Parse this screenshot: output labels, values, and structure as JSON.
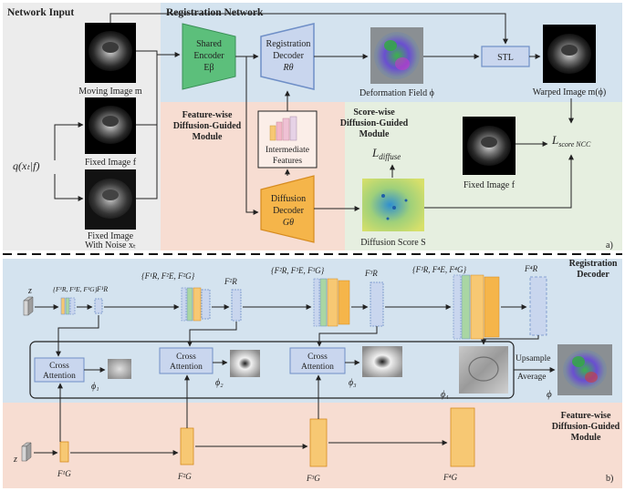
{
  "panel_a": {
    "network_input": "Network Input",
    "registration_network": "Registration Network",
    "shared_encoder": [
      "Shared",
      "Encoder",
      "Eβ"
    ],
    "registration_decoder": [
      "Registration",
      "Decoder",
      "Rθ"
    ],
    "deformation_field": "Deformation Field ϕ",
    "stl": "STL",
    "warped_image": "Warped Image m(ϕ)",
    "moving_image": "Moving Image m",
    "fixed_image": "Fixed Image f",
    "fixed_image_noise": [
      "Fixed Image",
      "With Noise xₜ"
    ],
    "q_label": "q(xₜ|f)",
    "feature_module": [
      "Feature-wise",
      "Diffusion-Guided",
      "Module"
    ],
    "intermediate_features": [
      "Intermediate",
      "Features"
    ],
    "diffusion_decoder": [
      "Diffusion",
      "Decoder",
      "Gθ"
    ],
    "score_module": [
      "Score-wise",
      "Diffusion-Guided",
      "Module"
    ],
    "l_diffuse": "L",
    "l_diffuse_sub": "diffuse",
    "diffusion_score": "Diffusion Score S",
    "fixed_image_2": "Fixed Image f",
    "l_score": "L",
    "l_score_sub": "score NCC",
    "tag": "a)"
  },
  "panel_b": {
    "registration_decoder": [
      "Registration",
      "Decoder"
    ],
    "feature_module": [
      "Feature-wise",
      "Diffusion-Guided",
      "Module"
    ],
    "z_top": "z",
    "z_bottom": "z",
    "set1": "{F¹R, F¹E, F¹G}",
    "set2": "{F¹R, F²E, F²G}",
    "set3": "{F²R, F³E, F³G}",
    "set4": "{F³R, F⁴E, F⁴G}",
    "fr1": "F¹R",
    "fr2": "F²R",
    "fr3": "F³R",
    "fr4": "F⁴R",
    "fg1": "F¹G",
    "fg2": "F²G",
    "fg3": "F³G",
    "fg4": "F⁴G",
    "cross_attention": [
      "Cross",
      "Attention"
    ],
    "phi1": "ϕ₁",
    "phi2": "ϕ₂",
    "phi3": "ϕ₃",
    "phi4": "ϕ₄",
    "upsample": "Upsample",
    "average": "Average",
    "phi": "ϕ",
    "tag": "b)"
  },
  "colors": {
    "blue_bg": "#d4e3ef",
    "gray_bg": "#ececec",
    "pink_bg": "#f7ddd2",
    "green_bg": "#e6efe0",
    "encoder_green": "#5cbf7b",
    "decoder_blue": "#c9d6ee",
    "diffusion_orange": "#f5b54a",
    "feature_yellow": "#f7c873",
    "outline_blue": "#6f8fc7"
  }
}
